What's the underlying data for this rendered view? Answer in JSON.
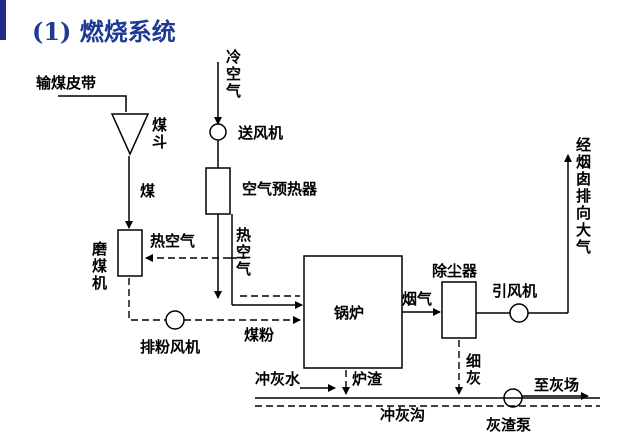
{
  "title": "(1) 燃烧系统",
  "labels": {
    "coal_belt": "输煤皮带",
    "hopper": "煤斗",
    "coal": "煤",
    "mill": "磨煤机",
    "hot_air_left": "热空气",
    "hot_air_right": "热空气",
    "cold_air": "冷空气",
    "fan": "送风机",
    "air_preheater": "空气预热器",
    "boiler": "锅炉",
    "coal_powder": "煤粉",
    "exhauster": "排粉风机",
    "flue_gas": "烟气",
    "dust_collector": "除尘器",
    "id_fan": "引风机",
    "chimney": "经烟囱排向大气",
    "fine_ash": "细灰",
    "flush_water": "冲灰水",
    "slag": "炉渣",
    "ash_trench": "冲灰沟",
    "to_ash_yard": "至灰场",
    "slag_pump": "灰渣泵"
  },
  "icons": [
    "hopper-icon",
    "fan-icon",
    "exhauster-fan-icon",
    "id-fan-icon",
    "slag-pump-icon"
  ]
}
